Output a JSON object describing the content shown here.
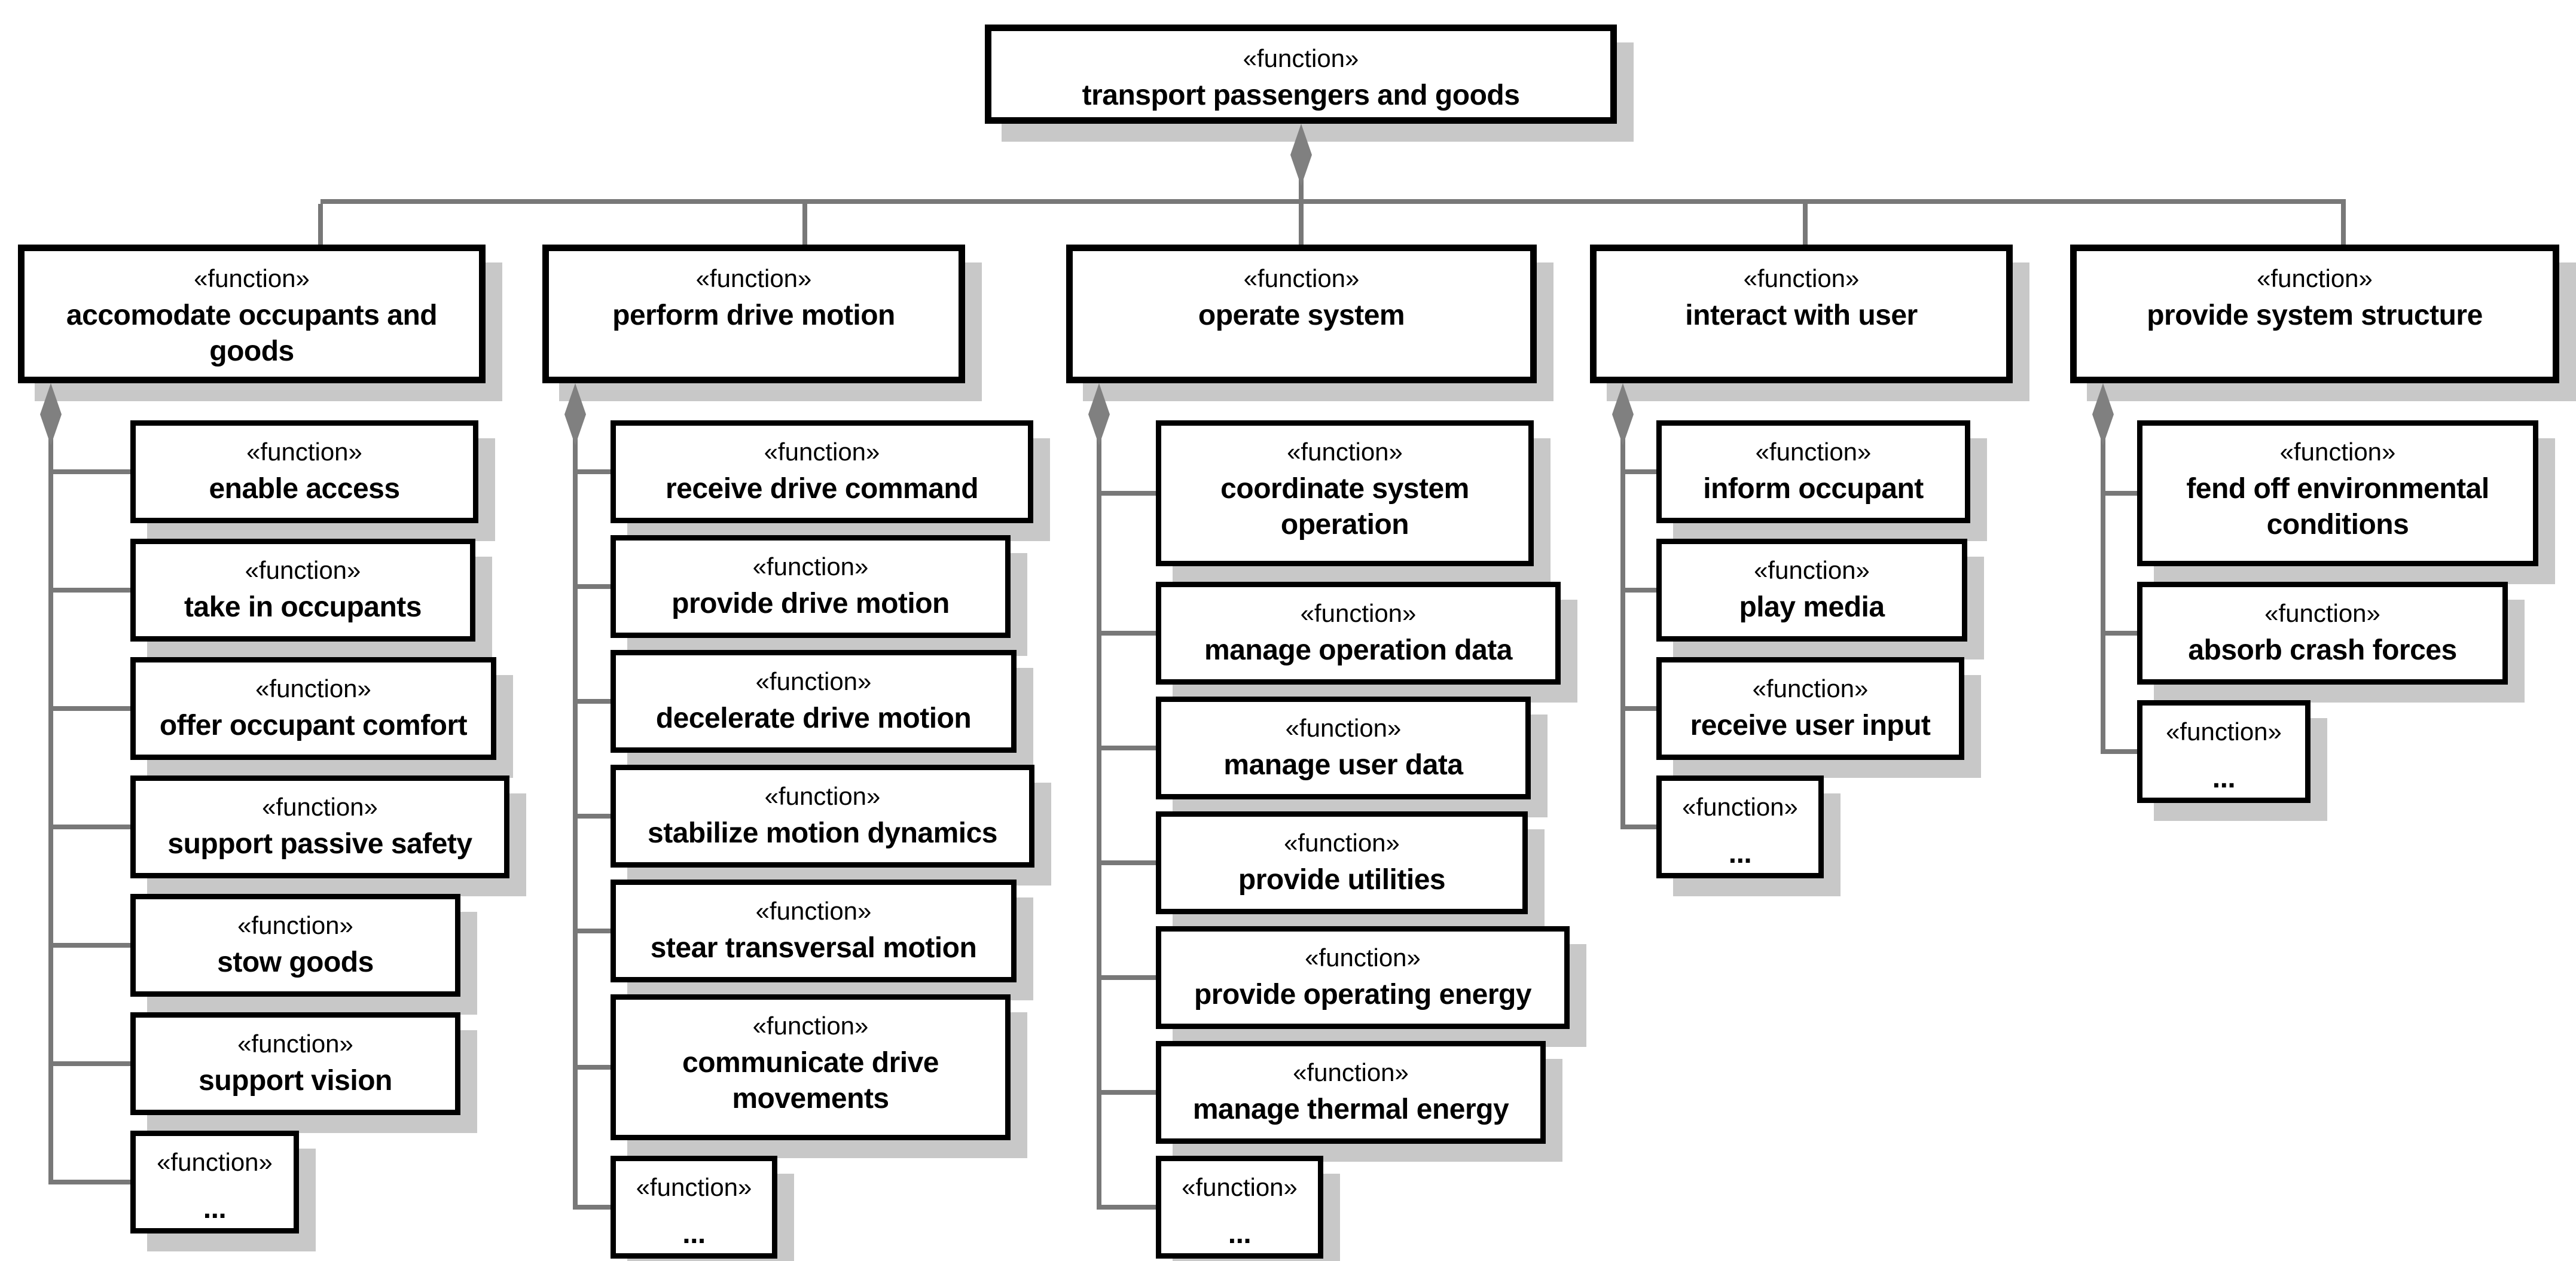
{
  "diagram": {
    "stereotype": "«function»",
    "root": {
      "name": "transport passengers and goods"
    },
    "columns": [
      {
        "name": "accomodate occupants and goods",
        "children": [
          "enable access",
          "take in occupants",
          "offer occupant comfort",
          "support passive safety",
          "stow goods",
          "support vision",
          "..."
        ]
      },
      {
        "name": "perform drive motion",
        "children": [
          "receive drive command",
          "provide drive motion",
          "decelerate drive motion",
          "stabilize motion dynamics",
          "stear transversal motion",
          "communicate drive movements",
          "..."
        ]
      },
      {
        "name": "operate system",
        "children": [
          "coordinate system operation",
          "manage operation data",
          "manage user data",
          "provide utilities",
          "provide operating energy",
          "manage thermal energy",
          "..."
        ]
      },
      {
        "name": "interact with user",
        "children": [
          "inform occupant",
          "play media",
          "receive user input",
          "..."
        ]
      },
      {
        "name": "provide system structure",
        "children": [
          "fend off environmental conditions",
          "absorb crash forces",
          "..."
        ]
      }
    ],
    "colors": {
      "box_fill": "#ffffff",
      "box_border": "#000000",
      "connector": "#787878",
      "diamond": "#808080",
      "shadow": "#c8c8c8"
    }
  }
}
